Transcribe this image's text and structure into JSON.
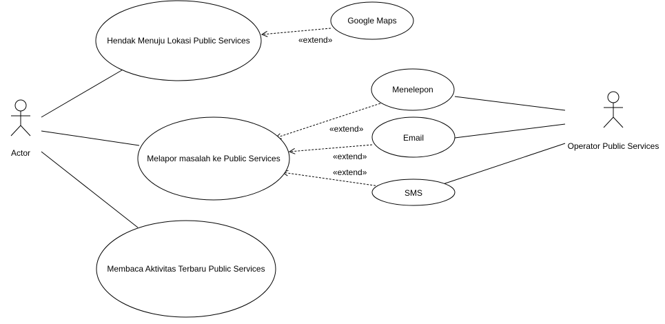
{
  "actors": {
    "left": {
      "name": "Actor"
    },
    "right": {
      "name": "Operator Public Services"
    }
  },
  "use_cases": {
    "hendak": "Hendak Menuju Lokasi Public Services",
    "melapor": "Melapor masalah ke Public Services",
    "membaca": "Membaca Aktivitas Terbaru Public Services",
    "google_maps": "Google Maps",
    "menelepon": "Menelepon",
    "email": "Email",
    "sms": "SMS"
  },
  "relations": {
    "extend_google_maps": "«extend»",
    "extend_menelepon": "«extend»",
    "extend_email": "«extend»",
    "extend_sms": "«extend»"
  }
}
